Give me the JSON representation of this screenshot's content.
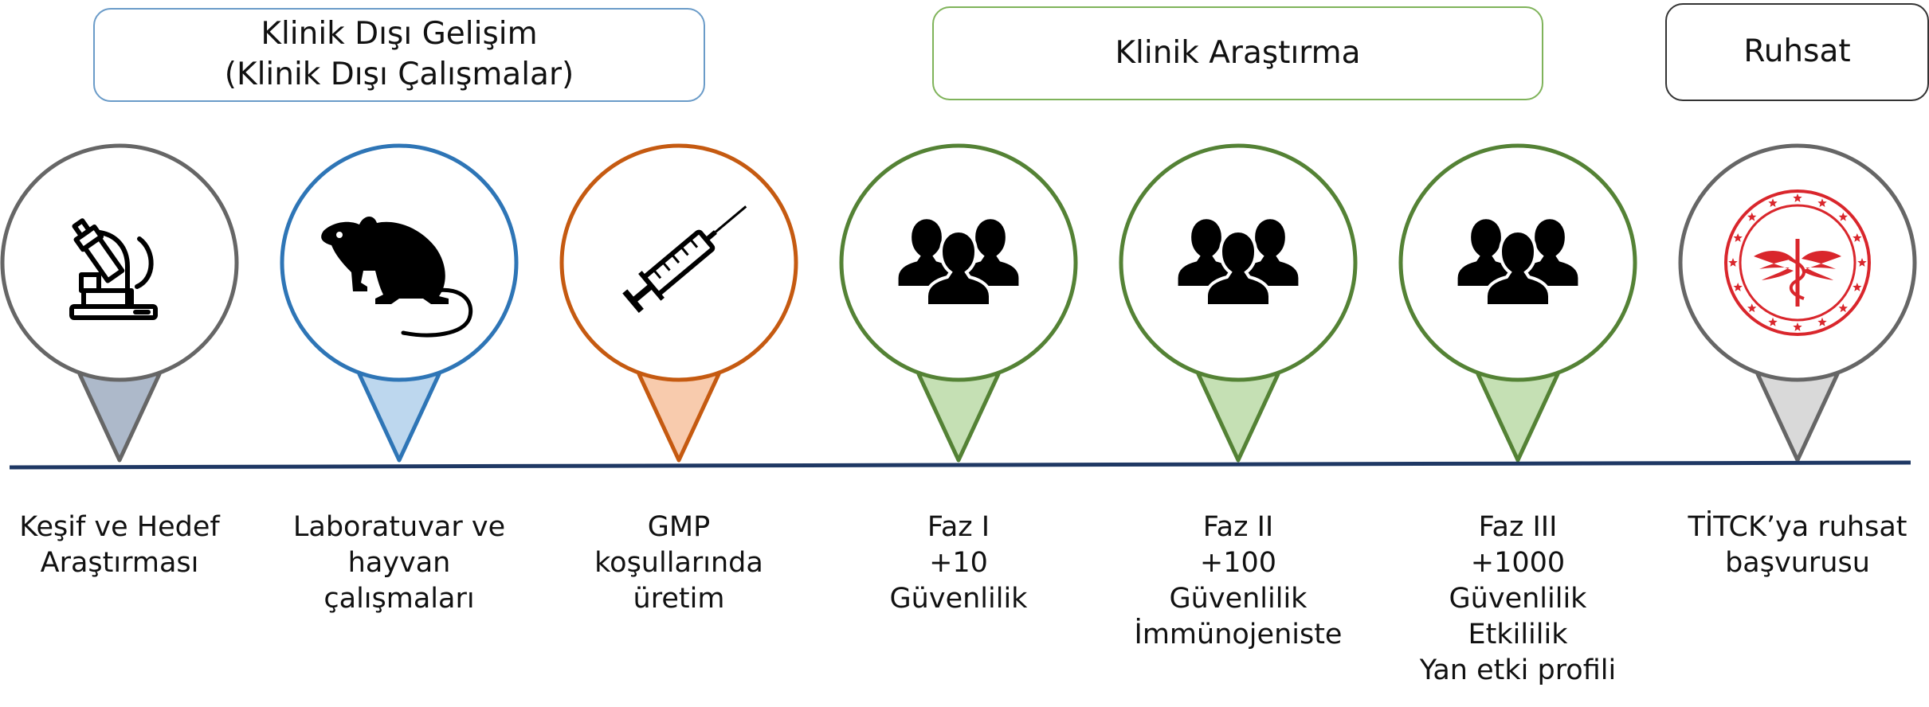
{
  "headers": {
    "preclinical": [
      "Klinik Dışı Gelişim",
      "(Klinik Dışı Çalışmalar)"
    ],
    "clinical": "Klinik Araştırma",
    "license": "Ruhsat"
  },
  "colors": {
    "timeline": "#1f3864",
    "preclinical_border": "#6a9bc8",
    "clinical_border": "#7fb35a",
    "license_border": "#333333",
    "seal_red": "#d9262c"
  },
  "stages": [
    {
      "icon": "microscope-icon",
      "circle_color": "#666666",
      "pin_fill": "#adb9ca",
      "pin_stroke": "#666666",
      "lines": [
        "Keşif ve Hedef",
        "Araştırması"
      ]
    },
    {
      "icon": "rat-icon",
      "circle_color": "#2e75b6",
      "pin_fill": "#bdd7ee",
      "pin_stroke": "#2e75b6",
      "lines": [
        "Laboratuvar ve",
        "hayvan",
        "çalışmaları"
      ]
    },
    {
      "icon": "syringe-icon",
      "circle_color": "#c55a11",
      "pin_fill": "#f8cbad",
      "pin_stroke": "#c55a11",
      "lines": [
        "GMP",
        "koşullarında",
        "üretim"
      ]
    },
    {
      "icon": "people-icon",
      "circle_color": "#548235",
      "pin_fill": "#c5e0b4",
      "pin_stroke": "#548235",
      "lines": [
        "Faz I",
        "+10",
        "Güvenlilik"
      ]
    },
    {
      "icon": "people-icon",
      "circle_color": "#548235",
      "pin_fill": "#c5e0b4",
      "pin_stroke": "#548235",
      "lines": [
        "Faz II",
        "+100",
        "Güvenlilik",
        "İmmünojeniste"
      ]
    },
    {
      "icon": "people-icon",
      "circle_color": "#548235",
      "pin_fill": "#c5e0b4",
      "pin_stroke": "#548235",
      "lines": [
        "Faz III",
        "+1000",
        "Güvenlilik",
        "Etkililik",
        "Yan etki profili"
      ]
    },
    {
      "icon": "titck-seal-icon",
      "circle_color": "#666666",
      "pin_fill": "#d9d9d9",
      "pin_stroke": "#666666",
      "lines": [
        "TİTCK’ya ruhsat",
        "başvurusu"
      ]
    }
  ]
}
